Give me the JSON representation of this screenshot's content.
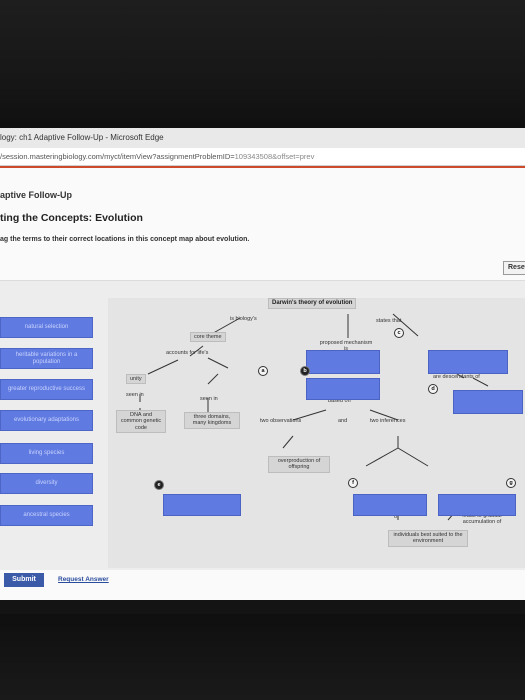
{
  "window": {
    "title": "logy: ch1 Adaptive Follow-Up - Microsoft Edge",
    "url_main": "/session.masteringbiology.com/myct/itemView?assignmentProblemID=",
    "url_rest": "109343508&offset=prev"
  },
  "page": {
    "brand_title": "aptive Follow-Up",
    "section_title": "ting the Concepts: Evolution",
    "instructions": "ag the terms to their correct locations in this concept map about evolution.",
    "reset_label": "Reset",
    "submit_label": "Submit",
    "request_answer_label": "Request Answer"
  },
  "terms": [
    "natural selection",
    "heritable variations in a population",
    "greater reproductive success",
    "evolutionary adaptations",
    "living species",
    "diversity",
    "ancestral species"
  ],
  "concept_map": {
    "root": "Darwin's theory of evolution",
    "link_is_biologys": "is biology's",
    "link_states_that": "states that",
    "core_theme": "core theme",
    "proposed_mechanism": "proposed mechanism is",
    "accounts_for": "accounts for life's",
    "unity": "unity",
    "seen_in_left": "seen in",
    "seen_in_right": "seen in",
    "dna": "DNA and common genetic code",
    "three_domains": "three domains, many kingdoms",
    "based_on": "based on",
    "are_descendants_of": "are descendants of",
    "two_observations": "two observations",
    "and": "and",
    "two_inferences": "two inferences",
    "overproduction": "overproduction of offspring",
    "of": "of",
    "leads_to": "leads to gradual accumulation of",
    "individuals": "individuals best suited to the environment",
    "badges": [
      "a",
      "b",
      "c",
      "d",
      "e",
      "f",
      "g"
    ]
  },
  "colors": {
    "term_fill": "#5f7ae0",
    "target_fill": "#5f7ae0",
    "submit_fill": "#3b5aa8"
  },
  "taskbar_icons": [
    "search-icon",
    "task-view-icon",
    "edge-icon",
    "file-explorer-icon",
    "store-icon",
    "chrome-icon"
  ]
}
